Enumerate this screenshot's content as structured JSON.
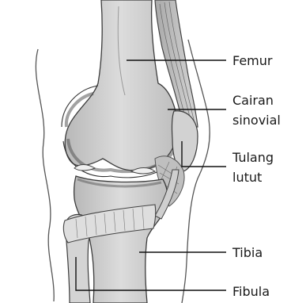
{
  "labels": {
    "femur": "Femur",
    "cairan_line1": "Cairan",
    "cairan_line2": "sinovial",
    "tulang_line1": "Tulang",
    "tulang_line2": "lutut",
    "tibia": "Tibia",
    "fibula": "Fibula"
  },
  "colors": {
    "bone": "#c9c9c9",
    "bone_light": "#e2e2e2",
    "outline": "#3c3c3c",
    "leader": "#111111"
  }
}
